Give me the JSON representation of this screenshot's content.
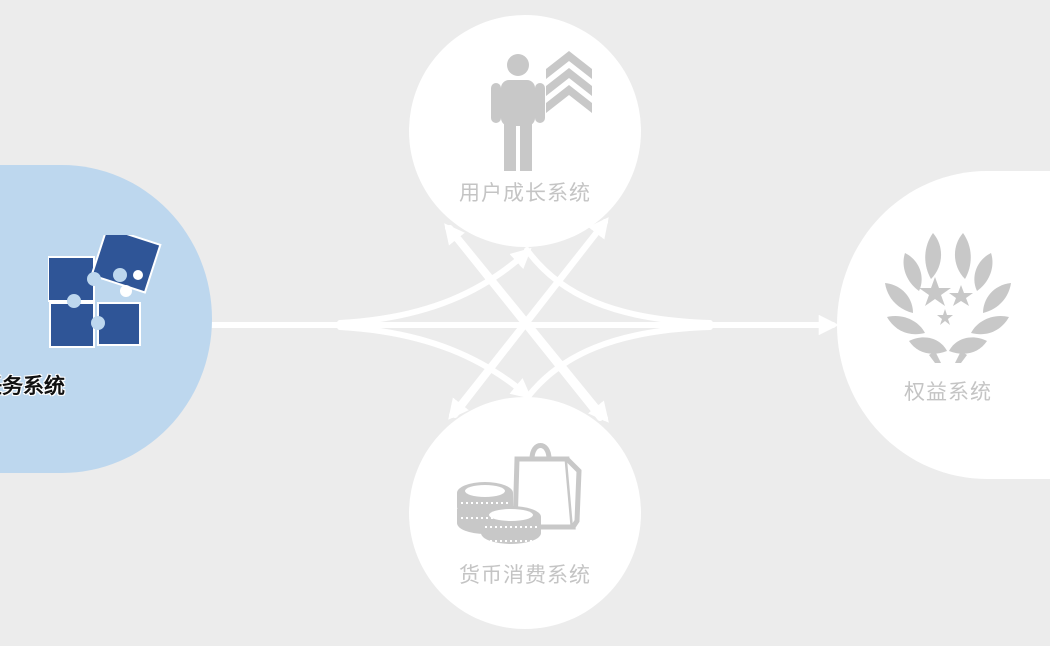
{
  "diagram": {
    "nodes": {
      "task": {
        "label": "任务系统",
        "icon": "puzzle-icon",
        "color": "#2f5597",
        "fill": "#bdd7ee"
      },
      "growth": {
        "label": "用户成长系统",
        "icon": "person-upgrade-icon",
        "color": "#c4c4c4"
      },
      "currency": {
        "label": "货币消费系统",
        "icon": "coins-shopping-bag-icon",
        "color": "#c4c4c4"
      },
      "rights": {
        "label": "权益系统",
        "icon": "laurel-stars-icon",
        "color": "#c4c4c4"
      }
    },
    "edges": [
      {
        "from": "任务系统",
        "to": "用户成长系统"
      },
      {
        "from": "任务系统",
        "to": "货币消费系统"
      },
      {
        "from": "任务系统",
        "to": "权益系统"
      },
      {
        "from": "用户成长系统",
        "to": "货币消费系统"
      },
      {
        "from": "货币消费系统",
        "to": "用户成长系统"
      },
      {
        "from": "用户成长系统",
        "to": "权益系统"
      },
      {
        "from": "货币消费系统",
        "to": "权益系统"
      }
    ],
    "background": "#ececec",
    "arrow_color": "#ffffff"
  }
}
